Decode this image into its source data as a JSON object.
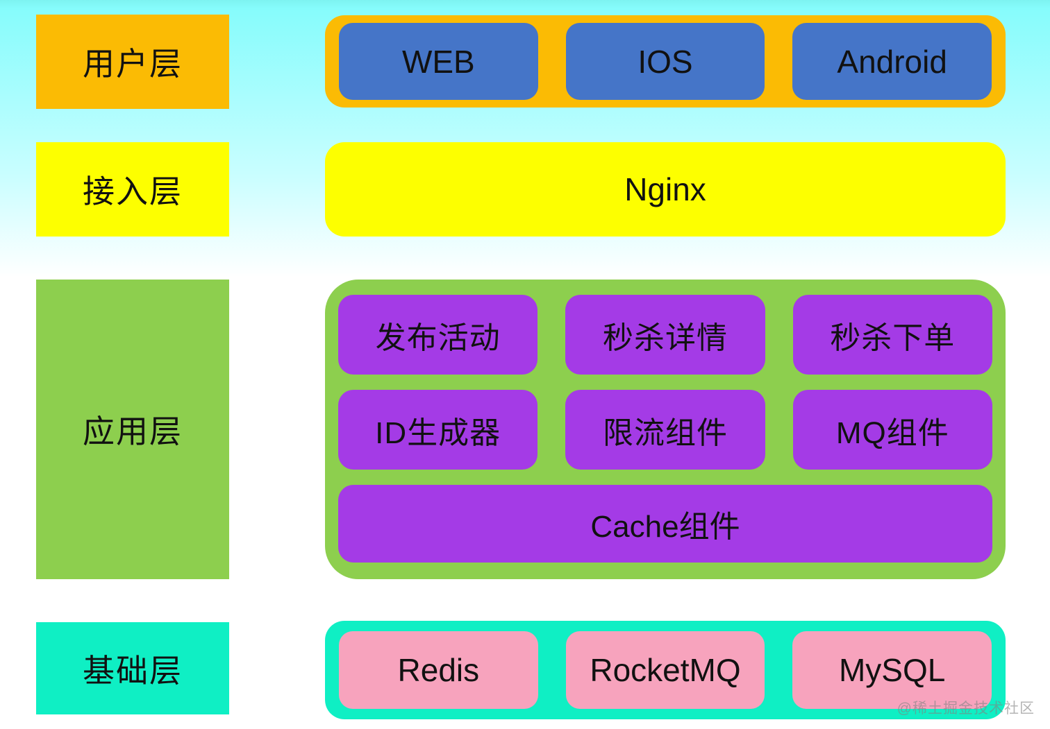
{
  "colors": {
    "orange": "#FBBB04",
    "yellow": "#FDFF00",
    "green": "#8DCF4E",
    "cyan": "#0FEFC4",
    "blue": "#4575C8",
    "purple": "#A43BE6",
    "pink": "#F7A3BD",
    "text": "#111111",
    "bg_top": "#86FCFC",
    "bg_top_dark": "#7DF3F1",
    "bg_bottom": "#FFFFFF"
  },
  "layers": [
    {
      "id": "user",
      "label": "用户层",
      "items": [
        "WEB",
        "IOS",
        "Android"
      ]
    },
    {
      "id": "access",
      "label": "接入层",
      "items": [
        "Nginx"
      ]
    },
    {
      "id": "app",
      "label": "应用层",
      "rows": [
        [
          "发布活动",
          "秒杀详情",
          "秒杀下单"
        ],
        [
          "ID生成器",
          "限流组件",
          "MQ组件"
        ],
        [
          "Cache组件"
        ]
      ]
    },
    {
      "id": "infra",
      "label": "基础层",
      "items": [
        "Redis",
        "RocketMQ",
        "MySQL"
      ]
    }
  ],
  "watermark": "@稀土掘金技术社区"
}
